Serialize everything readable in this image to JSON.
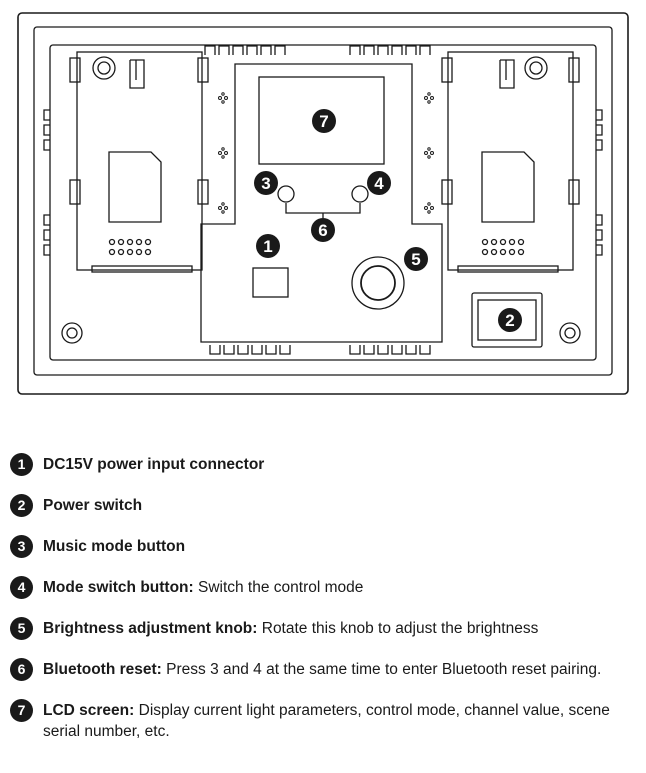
{
  "callouts": [
    "1",
    "2",
    "3",
    "4",
    "5",
    "6",
    "7"
  ],
  "legend": [
    {
      "number": "1",
      "term": "DC15V power input connector",
      "desc": ""
    },
    {
      "number": "2",
      "term": "Power switch",
      "desc": ""
    },
    {
      "number": "3",
      "term": "Music mode button",
      "desc": ""
    },
    {
      "number": "4",
      "term": "Mode switch button:",
      "desc": " Switch the control mode"
    },
    {
      "number": "5",
      "term": "Brightness adjustment knob:",
      "desc": " Rotate this knob to adjust the brightness"
    },
    {
      "number": "6",
      "term": "Bluetooth reset:",
      "desc": " Press 3 and 4 at the same time to enter Bluetooth reset pairing."
    },
    {
      "number": "7",
      "term": "LCD screen:",
      "desc": " Display current light parameters, control mode, channel value, scene serial number, etc."
    }
  ]
}
